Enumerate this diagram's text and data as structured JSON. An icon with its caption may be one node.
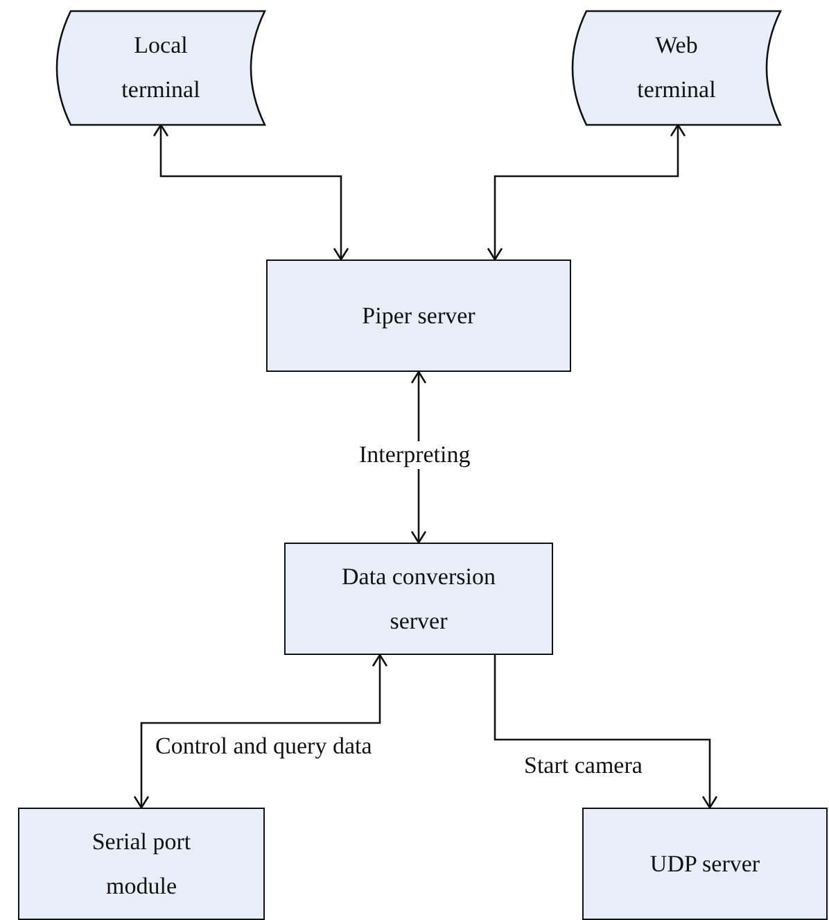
{
  "diagram": {
    "nodes": [
      {
        "text": [
          "Local terminal"
        ]
      },
      {
        "text": [
          "Web terminal"
        ]
      },
      {
        "text": [
          "Piper server"
        ]
      },
      {
        "text": [
          "Data conversion server"
        ]
      },
      {
        "text": [
          "Serial port module"
        ]
      },
      {
        "text": [
          "UDP server"
        ]
      }
    ],
    "edges": [
      {
        "from": 0,
        "to": 2,
        "arrow": "both"
      },
      {
        "from": 1,
        "to": 2,
        "arrow": "both"
      },
      {
        "from": 2,
        "to": 3,
        "arrow": "both",
        "label": "Interpreting"
      },
      {
        "from": 3,
        "to": 4,
        "arrow": "both",
        "label": "Control and query data"
      },
      {
        "from": 3,
        "to": 5,
        "arrow": "to",
        "label": "Start camera"
      }
    ]
  }
}
